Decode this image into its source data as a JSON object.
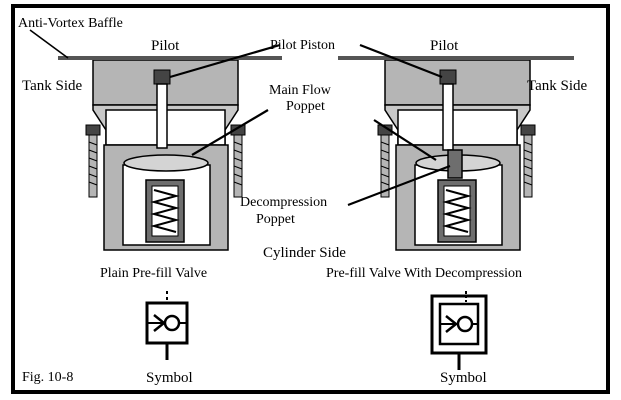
{
  "labels": {
    "anti_vortex_baffle": "Anti-Vortex Baffle",
    "pilot_left": "Pilot",
    "pilot_right": "Pilot",
    "pilot_piston": "Pilot Piston",
    "tank_side_left": "Tank Side",
    "tank_side_right": "Tank Side",
    "main_flow_poppet_line1": "Main Flow",
    "main_flow_poppet_line2": "Poppet",
    "decompression_poppet_line1": "Decompression",
    "decompression_poppet_line2": "Poppet",
    "cylinder_side": "Cylinder Side",
    "plain_prefill_valve": "Plain Pre-fill Valve",
    "prefill_valve_decompression": "Pre-fill Valve With Decompression",
    "symbol_left": "Symbol",
    "symbol_right": "Symbol",
    "fig_number": "Fig. 10-8"
  },
  "colors": {
    "ink": "#000000",
    "body_gray": "#b5b5b5",
    "dark_gray": "#6e6e6e",
    "light_gray": "#d4d4d4",
    "background": "#ffffff"
  }
}
